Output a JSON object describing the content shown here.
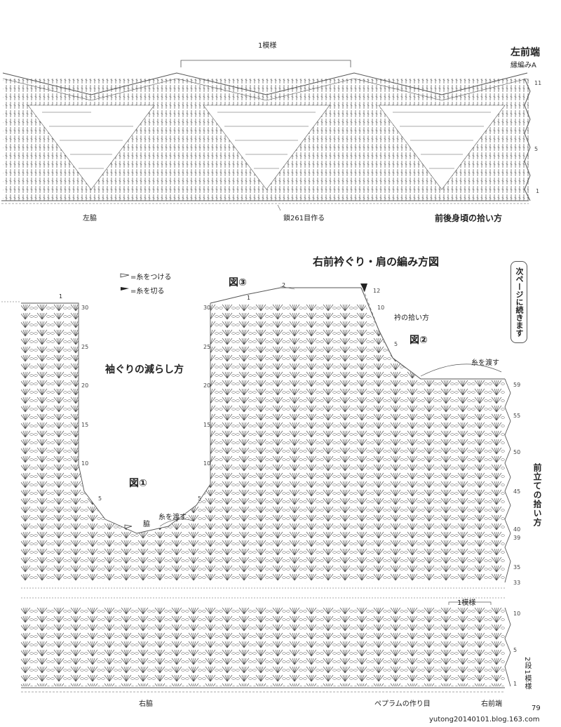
{
  "top": {
    "repeat_label": "1模様",
    "left_front_edge": "左前端",
    "edging_a": "縁編みA",
    "left_side": "左脇",
    "chain_start": "鎖261目作る",
    "pickup": "前後身頃の拾い方",
    "row_numbers": [
      "11",
      "5",
      "1"
    ]
  },
  "bottom": {
    "title": "右前衿ぐり・肩の編み方図",
    "legend_attach": "=糸をつける",
    "legend_cut": "=糸を切る",
    "fig1": "図①",
    "fig2": "図②",
    "fig3": "図③",
    "armhole": "袖ぐりの減らし方",
    "collar_pickup": "衿の拾い方",
    "carry_yarn": "糸を渡す",
    "side": "脇",
    "front_band_pickup": "前立ての拾い方",
    "next_page": "次ページに続きます",
    "repeat_label": "1模様",
    "two_rows_one": "2段1模様",
    "right_side": "右脇",
    "peplum_start": "ペプラムの作り目",
    "right_front_edge": "右前端",
    "marker_1": "1",
    "marker_2": "2",
    "left_rows": [
      "30",
      "25",
      "20",
      "15",
      "10",
      "5"
    ],
    "mid_rows": [
      "30",
      "25",
      "20",
      "15",
      "10",
      "5"
    ],
    "neck_rows": [
      "12",
      "10",
      "5"
    ],
    "right_rows": [
      "59",
      "55",
      "50",
      "45",
      "40",
      "39",
      "35",
      "33"
    ],
    "right_rows_low": [
      "10",
      "5",
      "1"
    ]
  },
  "footer": {
    "page": "79",
    "site": "yutong20140101.blog.163.com"
  }
}
